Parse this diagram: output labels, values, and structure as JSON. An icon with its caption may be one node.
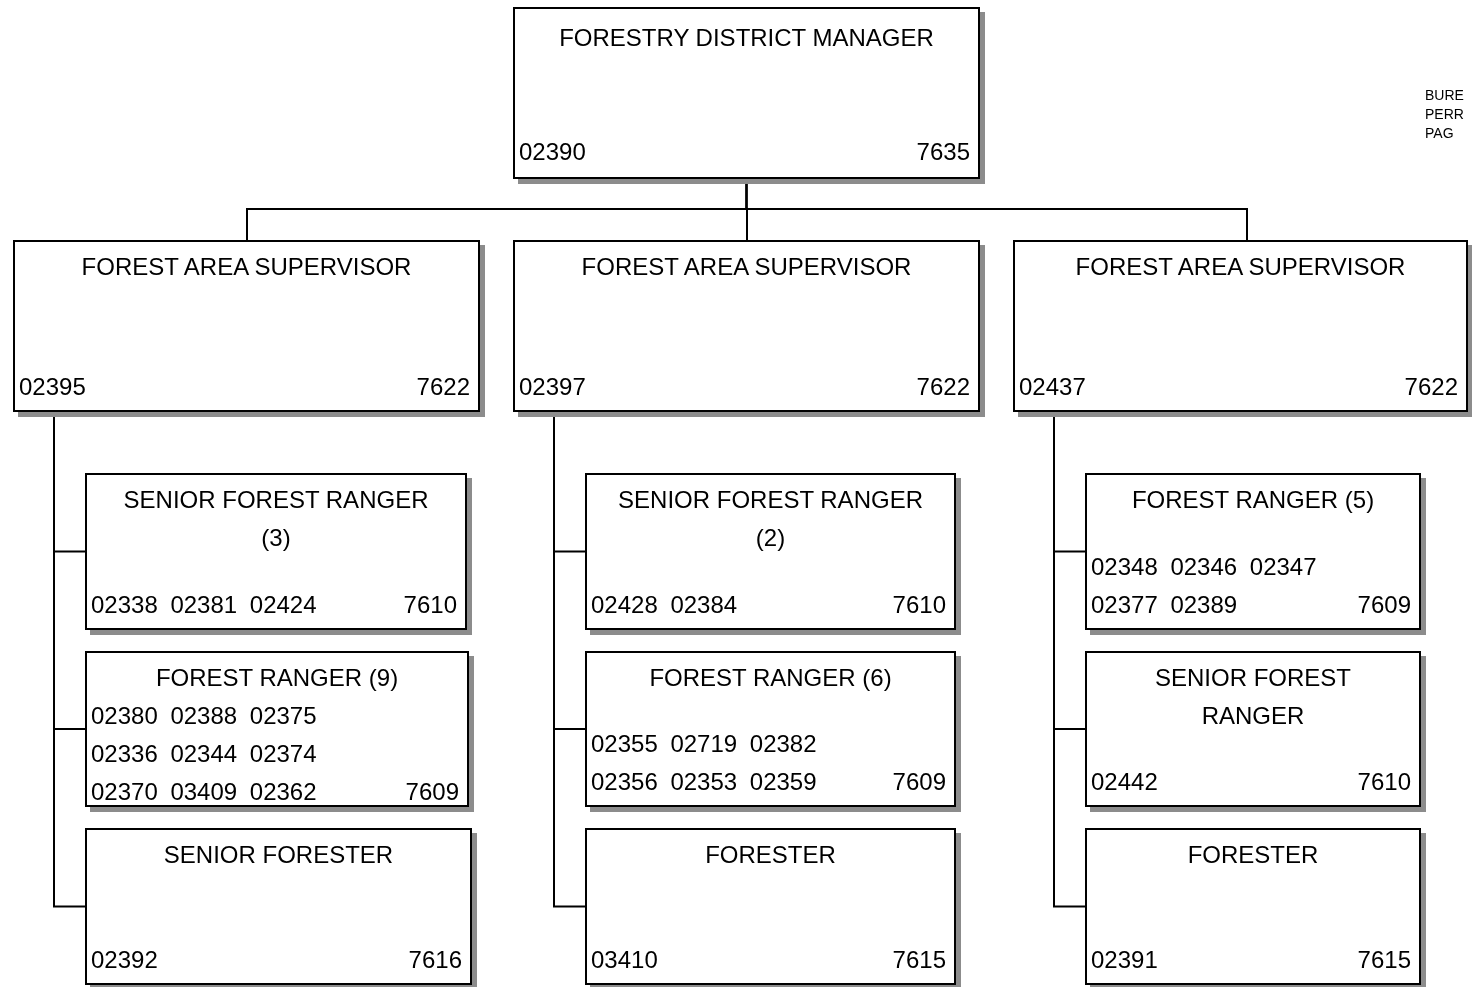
{
  "diagram": {
    "nodes": [
      {
        "text": [
          "FORESTRY DISTRICT MANAGER",
          "02390",
          "7635"
        ]
      },
      {
        "text": [
          "FOREST AREA SUPERVISOR",
          "02395",
          "7622"
        ]
      },
      {
        "text": [
          "FOREST AREA SUPERVISOR",
          "02397",
          "7622"
        ]
      },
      {
        "text": [
          "FOREST AREA SUPERVISOR",
          "02437",
          "7622"
        ]
      },
      {
        "text": [
          "SENIOR FOREST RANGER (3)",
          "02338 02381 02424",
          "7610"
        ]
      },
      {
        "text": [
          "FOREST RANGER (9)",
          "02380 02388 02375",
          "02336 02344 02374",
          "02370 03409 02362",
          "7609"
        ]
      },
      {
        "text": [
          "SENIOR FORESTER",
          "02392",
          "7616"
        ]
      },
      {
        "text": [
          "SENIOR FOREST RANGER (2)",
          "02428 02384",
          "7610"
        ]
      },
      {
        "text": [
          "FOREST RANGER (6)",
          "02355 02719 02382",
          "02356 02353 02359",
          "7609"
        ]
      },
      {
        "text": [
          "FORESTER",
          "03410",
          "7615"
        ]
      },
      {
        "text": [
          "FOREST RANGER (5)",
          "02348 02346 02347",
          "02377 02389",
          "7609"
        ]
      },
      {
        "text": [
          "SENIOR FOREST RANGER",
          "02442",
          "7610"
        ]
      },
      {
        "text": [
          "FORESTER",
          "02391",
          "7615"
        ]
      }
    ],
    "edges": [
      {
        "from": 0,
        "to": 1,
        "arrow": "none"
      },
      {
        "from": 0,
        "to": 2,
        "arrow": "none"
      },
      {
        "from": 0,
        "to": 3,
        "arrow": "none"
      },
      {
        "from": 1,
        "to": 4,
        "arrow": "none"
      },
      {
        "from": 1,
        "to": 5,
        "arrow": "none"
      },
      {
        "from": 1,
        "to": 6,
        "arrow": "none"
      },
      {
        "from": 2,
        "to": 7,
        "arrow": "none"
      },
      {
        "from": 2,
        "to": 8,
        "arrow": "none"
      },
      {
        "from": 2,
        "to": 9,
        "arrow": "none"
      },
      {
        "from": 3,
        "to": 10,
        "arrow": "none"
      },
      {
        "from": 3,
        "to": 11,
        "arrow": "none"
      },
      {
        "from": 3,
        "to": 12,
        "arrow": "none"
      }
    ],
    "labels": [
      "BURE",
      "PERR",
      "PAG"
    ]
  }
}
